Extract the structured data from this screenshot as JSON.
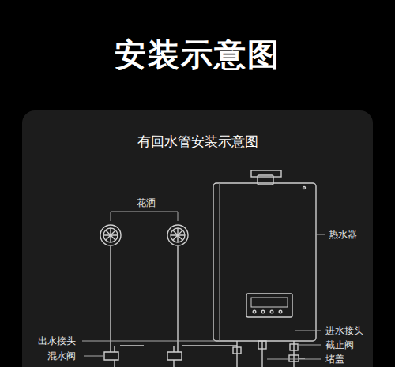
{
  "diagram": {
    "title": "安装示意图",
    "nodes": [
      {
        "text": [
          "有回水管安装示意图"
        ]
      }
    ],
    "labels": [
      "花洒",
      "热水器",
      "出水接头",
      "进水接头",
      "截止阀",
      "混水阀",
      "堵盖"
    ]
  }
}
